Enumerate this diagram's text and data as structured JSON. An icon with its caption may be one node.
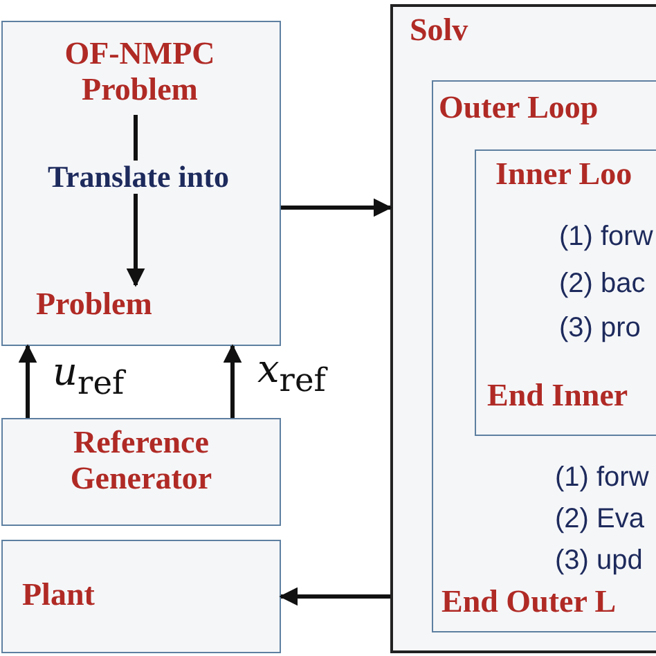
{
  "diagram": {
    "nodes": [
      {
        "text": [],
        "shape": "box"
      },
      {
        "text": [
          "OF-NMPC Problem"
        ],
        "in": 0
      },
      {
        "text": [
          "Problem"
        ],
        "in": 0
      },
      {
        "text": [
          "Reference Generator"
        ]
      },
      {
        "text": [
          "Plant"
        ]
      },
      {
        "text": [
          "Solv"
        ]
      },
      {
        "text": [
          "Outer Loop",
          "(1) forw",
          "(2) Eva",
          "(3) upd",
          "End Outer L"
        ],
        "in": 5
      },
      {
        "text": [
          "Inner Loo",
          "(1) forw",
          "(2) bac",
          "(3) pro",
          "End Inner"
        ],
        "in": 6
      }
    ],
    "edges": [
      {
        "from": 1,
        "to": 2,
        "arrow": "to",
        "label": "Translate into"
      },
      {
        "from": 3,
        "to": 0,
        "arrow": "to",
        "label": "*u*$_{ref}$"
      },
      {
        "from": 3,
        "to": 0,
        "arrow": "to",
        "label": "*x*$_{ref}$"
      },
      {
        "from": 0,
        "to": 5,
        "arrow": "to"
      },
      {
        "from": 5,
        "to": 4,
        "arrow": "to"
      }
    ]
  }
}
